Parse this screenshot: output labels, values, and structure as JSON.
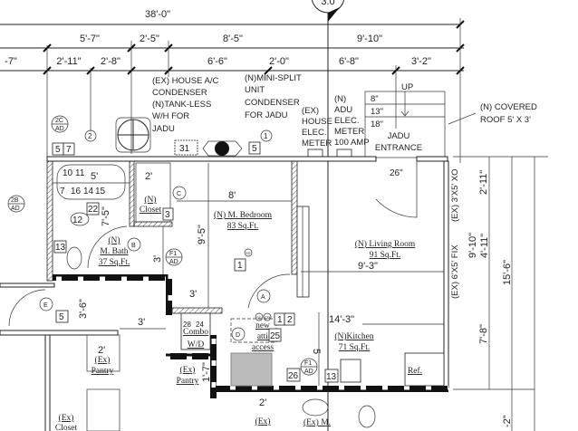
{
  "section_marker": "3.0",
  "dimensions": {
    "overall": "38'-0\"",
    "row2": [
      "5'-7\"",
      "2'-5\"",
      "8'-5\"",
      "9'-10\""
    ],
    "row3": [
      "-7\"",
      "2'-11\"",
      "2'-8\"",
      "6'-6\"",
      "2'-0\"",
      "6'-8\"",
      "3'-2\""
    ],
    "bath_w": "5'",
    "closet_w": "2'",
    "bath_h": "7'-5\"",
    "bed_w": "8'",
    "bed_h": "9'-5\"",
    "bath_door": "3'",
    "hall_w": "3'",
    "hall2_w": "3'",
    "hall_h": "3'-6\"",
    "pantry_w": "2'",
    "pantry2_h": "1'-7\"",
    "living_w": "9'-3\"",
    "kitchen_w": "14'-3\"",
    "kitchen_h": "5",
    "entry": "26\"",
    "right_a": "2'-11\"",
    "right_b": "9'-10\"",
    "right_c": "4'-11\"",
    "right_d": "15'-6\"",
    "right_e": "7'-8\"",
    "right_f": "-2\"",
    "closet2_w": "2'",
    "stairs": [
      "8\"",
      "13\"",
      "18\""
    ]
  },
  "notes": {
    "ac": [
      "(EX) HOUSE A/C",
      "CONDENSER",
      "(N)TANK-LESS",
      "W/H FOR",
      "JADU"
    ],
    "minisplit": [
      "(N)MINI-SPLIT",
      "UNIT",
      "CONDENSER",
      "FOR JADU"
    ],
    "house_meter": [
      "(EX)",
      "HOUSE",
      "ELEC.",
      "METER"
    ],
    "adu_meter": [
      "(N)",
      "ADU",
      "ELEC.",
      "METER",
      "100  AMP"
    ],
    "stairs_up": "UP",
    "entrance": [
      "JADU",
      "ENTRANCE"
    ],
    "roof": [
      "(N) COVERED",
      "ROOF 5' X 3'"
    ],
    "window1": "(EX)  3'X5'  XO",
    "window2": "(EX)  6'X5'  FIX",
    "attic": [
      "new",
      "attic",
      "access"
    ]
  },
  "rooms": {
    "bedroom": [
      "(N) M. Bedroom",
      "83 Sq.Ft."
    ],
    "bath": [
      "(N)",
      "M. Bath",
      "37 Sq.Ft."
    ],
    "closet": [
      "(N)",
      "Closet"
    ],
    "living": [
      "(N) Living Room",
      "91 Sq.Ft."
    ],
    "kitchen": [
      "(N)Kitchen",
      "71 Sq.Ft."
    ],
    "pantry1": [
      "(Ex)",
      "Pantry"
    ],
    "pantry2": [
      "(Ex)",
      "Pantry"
    ],
    "closet2": [
      "(Ex)",
      "Closet"
    ],
    "closet3": "(Ex)",
    "mbath2": "(Ex) M.",
    "combo": [
      "Combo",
      "W/D"
    ],
    "ref": "Ref."
  },
  "tags": {
    "boxes": [
      "5",
      "7",
      "31",
      "5",
      "10",
      "11",
      "7",
      "16",
      "14",
      "15",
      "22",
      "12",
      "13",
      "3",
      "1",
      "5",
      "28",
      "24",
      "25",
      "1",
      "2",
      "26",
      "13"
    ],
    "circles": [
      "2",
      "1",
      "SD",
      "SD",
      "CM"
    ],
    "hexes": [
      "C",
      "B",
      "A",
      "E",
      "D"
    ],
    "details": [
      [
        "2C",
        "AD"
      ],
      [
        "2B",
        "AD"
      ],
      [
        "F1",
        "AD"
      ],
      [
        "F1",
        "AD"
      ]
    ]
  }
}
